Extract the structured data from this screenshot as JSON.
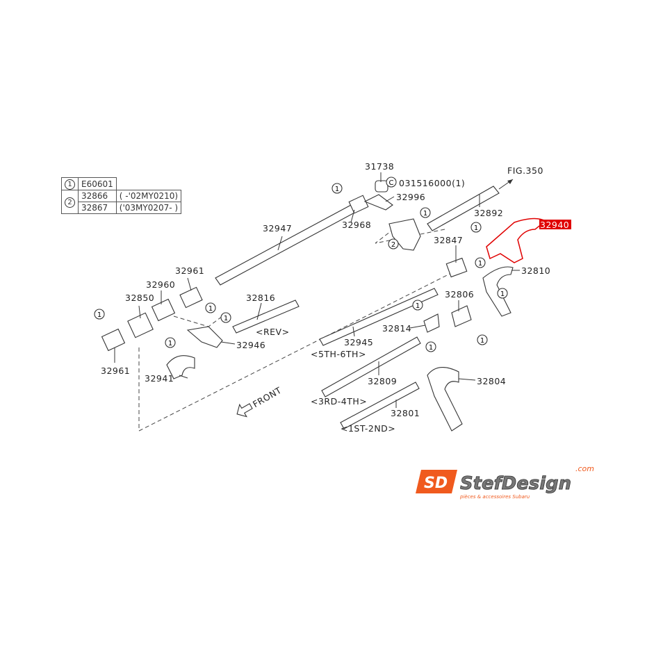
{
  "legend": {
    "rows": [
      {
        "marker": "1",
        "part": "E60601",
        "note": ""
      },
      {
        "marker": "2",
        "part": "32866",
        "note": "( -'02MY0210)"
      },
      {
        "marker": "",
        "part": "32867",
        "note": "('03MY0207- )"
      }
    ]
  },
  "labels": {
    "p31738": "31738",
    "clip": "031516000(1)",
    "clip_marker": "C",
    "fig": "FIG.350",
    "p32996": "32996",
    "p32892": "32892",
    "p32940": "32940",
    "p32968": "32968",
    "p32947": "32947",
    "p32847": "32847",
    "p32810": "32810",
    "p32961a": "32961",
    "p32960": "32960",
    "p32806": "32806",
    "p32850": "32850",
    "p32816": "32816",
    "rev": "<REV>",
    "p32814": "32814",
    "p32946": "32946",
    "p32945": "32945",
    "fifth_sixth": "<5TH-6TH>",
    "p32941": "32941",
    "p32961b": "32961",
    "p32804": "32804",
    "p32809": "32809",
    "third_fourth": "<3RD-4TH>",
    "front": "FRONT",
    "p32801": "32801",
    "first_second": "<1ST-2ND>",
    "one": "1",
    "two": "2"
  },
  "highlight_color": "#e00000",
  "logo": {
    "text": "StefDesign",
    "domain": ".com",
    "tagline": "pièces & accessoires Subaru",
    "mark": "SD",
    "accent": "#f05a1e"
  }
}
